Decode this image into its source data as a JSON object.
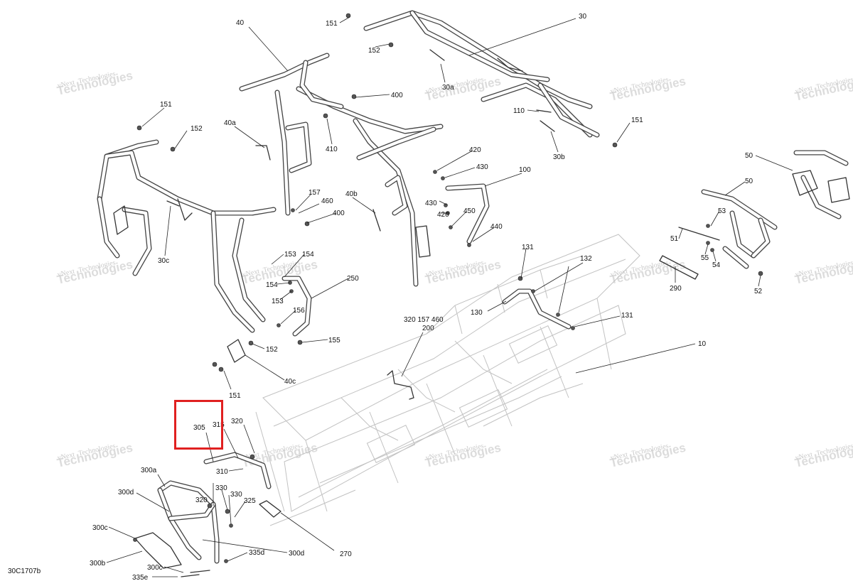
{
  "diagram": {
    "drawing_code": "30C1707b",
    "watermark": {
      "line1": "vNext",
      "line2": "Technologies"
    },
    "highlight_color": "#e02020",
    "callouts": {
      "c10": "10",
      "c30": "30",
      "c30a": "30a",
      "c30b": "30b",
      "c30c": "30c",
      "c40": "40",
      "c40a": "40a",
      "c40b": "40b",
      "c40c": "40c",
      "c50a": "50",
      "c50b": "50",
      "c51": "51",
      "c52": "52",
      "c53": "53",
      "c54": "54",
      "c55": "55",
      "c100": "100",
      "c110": "110",
      "c130": "130",
      "c131a": "131",
      "c131b": "131",
      "c132": "132",
      "c151a": "151",
      "c151b": "151",
      "c151c": "151",
      "c151d": "151",
      "c152a": "152",
      "c152b": "152",
      "c152c": "152",
      "c153a": "153",
      "c153b": "153",
      "c154a": "154",
      "c154b": "154",
      "c155": "155",
      "c156": "156",
      "c157": "157",
      "c200": "200",
      "c250": "250",
      "c270": "270",
      "c290": "290",
      "c300a": "300a",
      "c300b": "300b",
      "c300c": "300c",
      "c300d_a": "300d",
      "c300d_b": "300d",
      "c305": "305",
      "c310": "310",
      "c315": "315",
      "c320a": "320",
      "c320b": "320",
      "c325": "325",
      "c330a": "330",
      "c330b": "330",
      "c335d": "335d",
      "c335e": "335e",
      "c400a": "400",
      "c400b": "400",
      "c410": "410",
      "c420a": "420",
      "c420b": "420",
      "c430a": "430",
      "c430b": "430",
      "c440": "440",
      "c450": "450",
      "c460": "460",
      "c320_157_460": "320 157 460"
    }
  }
}
